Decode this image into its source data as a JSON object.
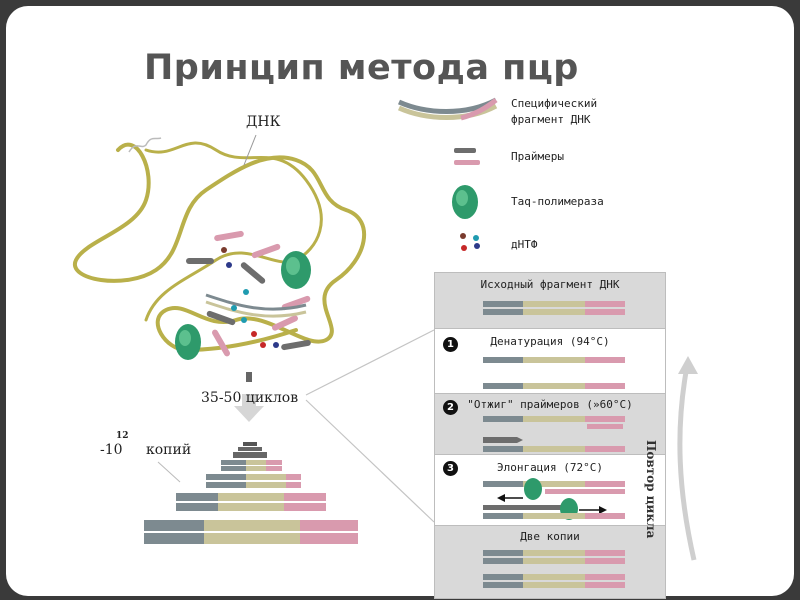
{
  "title": "Принцип метода пцр",
  "labels": {
    "dna": "ДНК",
    "cycles": "35-50 циклов",
    "copies_base": "-10",
    "copies_exp": "12",
    "copies_word": "копий",
    "repeat": "Повтор цикла"
  },
  "legend": [
    {
      "label": "Специфический фрагмент ДНК",
      "icon": "dna-fragment-icon"
    },
    {
      "label": "Праймеры",
      "icon": "primers-icon"
    },
    {
      "label": "Taq-полимераза",
      "icon": "polymerase-icon"
    },
    {
      "label": "дНТФ",
      "icon": "dntp-icon"
    }
  ],
  "steps": [
    {
      "number": "",
      "label": "Исходный фрагмент ДНК"
    },
    {
      "number": "1",
      "label": "Денатурация (94°С)"
    },
    {
      "number": "2",
      "label": "\"Отжиг\" праймеров (»60°С)"
    },
    {
      "number": "3",
      "label": "Элонгация (72°С)"
    },
    {
      "number": "",
      "label": "Две копии"
    }
  ],
  "colors": {
    "strand_gray": "#7d8a90",
    "strand_khaki": "#c9c49a",
    "strand_pink": "#d99aae",
    "polymerase": "#2e9a6b",
    "dna_coil": "#b9b04a",
    "panel_dark": "#d9d9d9"
  }
}
